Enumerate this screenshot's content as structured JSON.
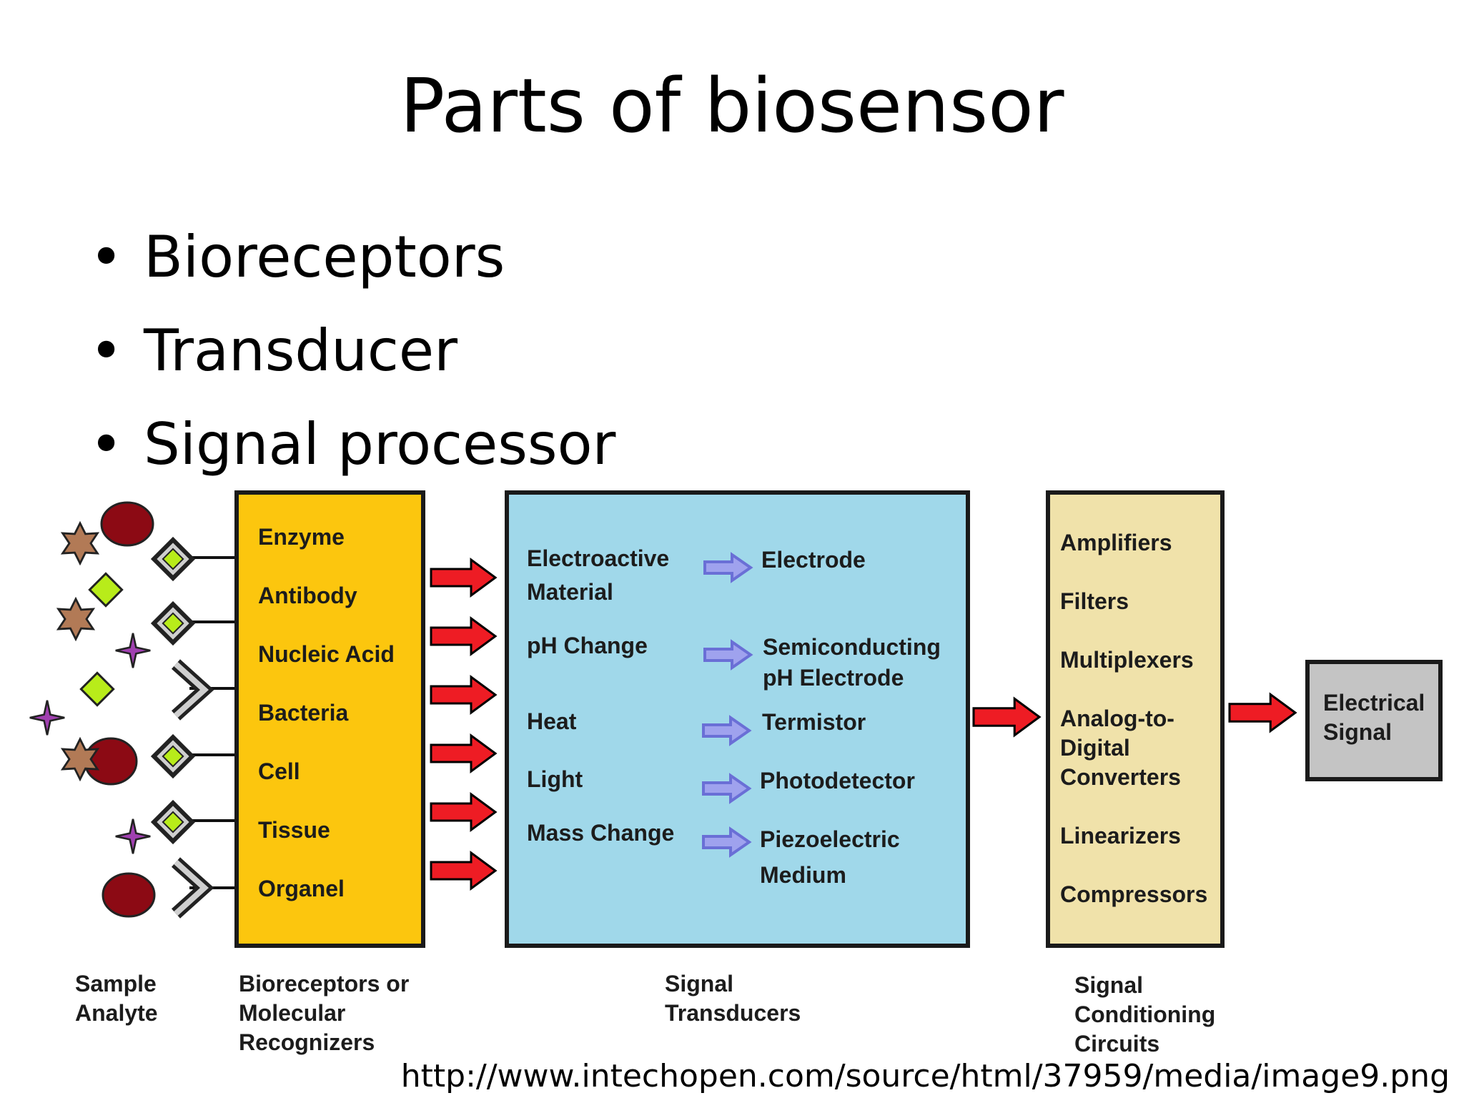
{
  "title": "Parts of biosensor",
  "bullets": [
    "Bioreceptors",
    "Transducer",
    "Signal processor"
  ],
  "diagram": {
    "bioreceptors": [
      "Enzyme",
      "Antibody",
      "Nucleic Acid",
      "Bacteria",
      "Cell",
      "Tissue",
      "Organel"
    ],
    "transducers": [
      {
        "input": [
          "Electroactive",
          "Material"
        ],
        "output": [
          "Electrode"
        ]
      },
      {
        "input": [
          "pH Change"
        ],
        "output": [
          "Semiconducting",
          "pH Electrode"
        ]
      },
      {
        "input": [
          "Heat"
        ],
        "output": [
          "Termistor"
        ]
      },
      {
        "input": [
          "Light"
        ],
        "output": [
          "Photodetector"
        ]
      },
      {
        "input": [
          "Mass Change"
        ],
        "output": [
          "Piezoelectric",
          "Medium"
        ]
      }
    ],
    "conditioning": [
      "Amplifiers",
      "Filters",
      "Multiplexers",
      "Analog-to-",
      "Digital",
      "Converters",
      "Linearizers",
      "Compressors"
    ],
    "output": [
      "Electrical",
      "Signal"
    ],
    "captions": {
      "analyte": [
        "Sample",
        "Analyte"
      ],
      "bioreceptors": [
        "Bioreceptors or",
        "Molecular",
        "Recognizers"
      ],
      "transducers": [
        "Signal",
        "Transducers"
      ],
      "conditioning": [
        "Signal",
        "Conditioning",
        "Circuits"
      ]
    },
    "colors": {
      "bioreceptor_box": "#fcc60e",
      "transducer_box": "#a0d8ea",
      "conditioning_box": "#f0e2aa",
      "output_box": "#c4c4c4",
      "red_arrow": "#ee1c24",
      "blue_arrow": "#9fa2ee",
      "analyte_circle": "#8c0a14",
      "analyte_star": "#b27a56",
      "analyte_diamond": "#b8ec1a",
      "analyte_sparkle": "#a040b0"
    }
  },
  "source_url": "http://www.intechopen.com/source/html/37959/media/image9.png"
}
